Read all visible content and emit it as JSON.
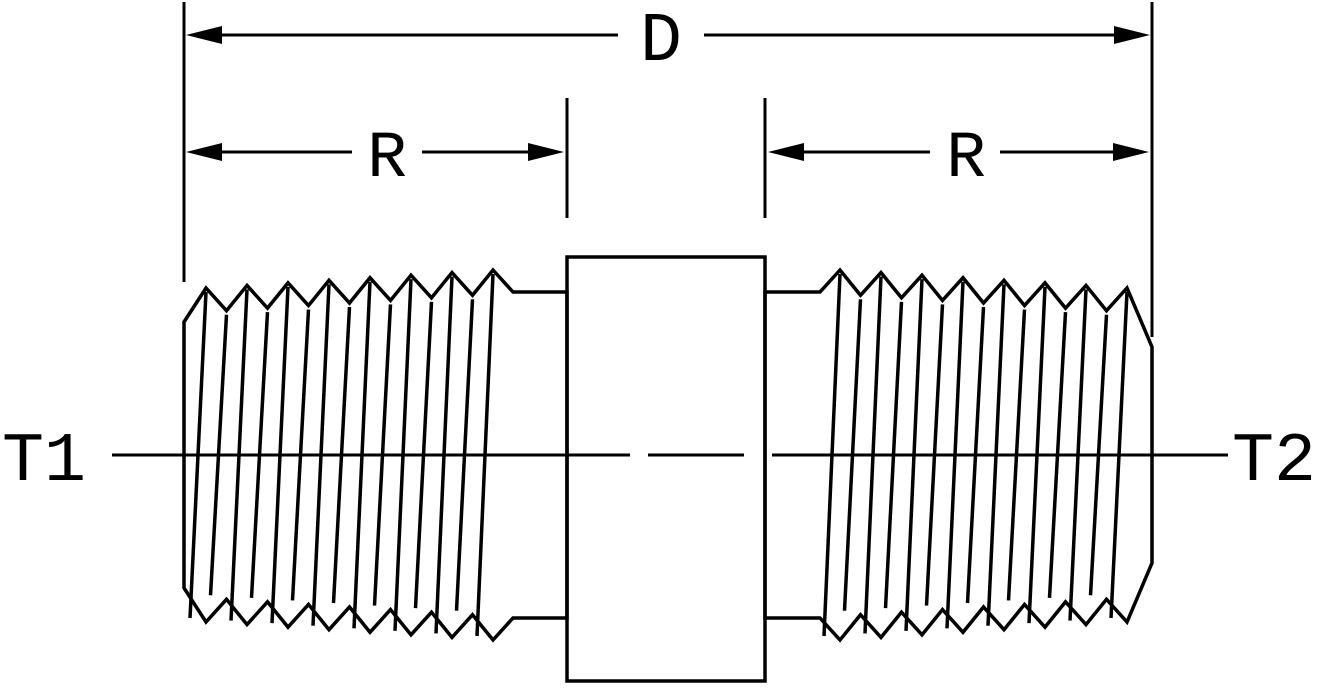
{
  "diagram": {
    "labels": {
      "overall_length": "D",
      "left_section_length": "R",
      "right_section_length": "R",
      "left_end": "T1",
      "right_end": "T2"
    },
    "colors": {
      "line": "#000000",
      "background": "#ffffff"
    }
  }
}
